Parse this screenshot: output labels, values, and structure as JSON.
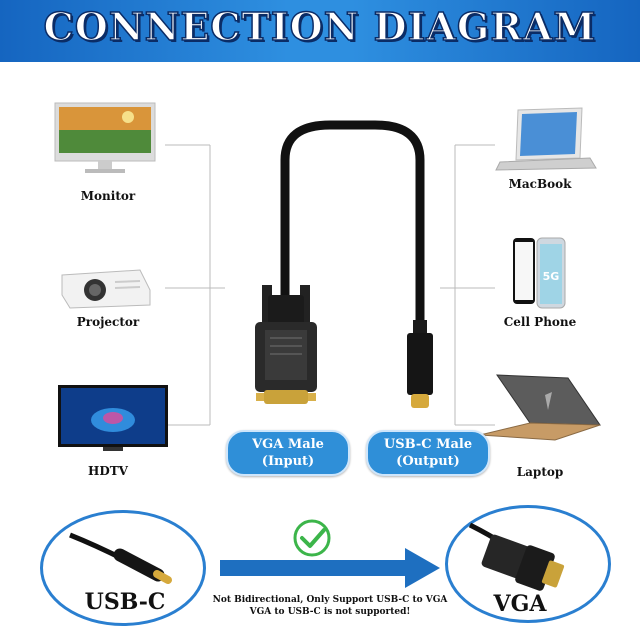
{
  "title": "CONNECTION DIAGRAM",
  "left_devices": [
    {
      "label": "Monitor",
      "icon": "monitor-icon"
    },
    {
      "label": "Projector",
      "icon": "projector-icon"
    },
    {
      "label": "HDTV",
      "icon": "hdtv-icon"
    }
  ],
  "right_devices": [
    {
      "label": "MacBook",
      "icon": "macbook-icon"
    },
    {
      "label": "Cell Phone",
      "icon": "cell-phone-icon"
    },
    {
      "label": "Laptop",
      "icon": "laptop-icon"
    }
  ],
  "connectors": {
    "vga": {
      "line1": "VGA Male",
      "line2": "(Input)"
    },
    "usbc": {
      "line1": "USB-C Male",
      "line2": "(Output)"
    }
  },
  "bottom": {
    "left_label": "USB-C",
    "right_label": "VGA",
    "note_line1": "Not Bidirectional, Only Support USB-C to VGA",
    "note_line2": "VGA to USB-C is not supported!"
  },
  "colors": {
    "banner_blue": "#2e8fe0",
    "pill_blue": "#2f8fd8",
    "arrow_blue": "#1e6fc0",
    "check_green": "#3cb54a"
  }
}
